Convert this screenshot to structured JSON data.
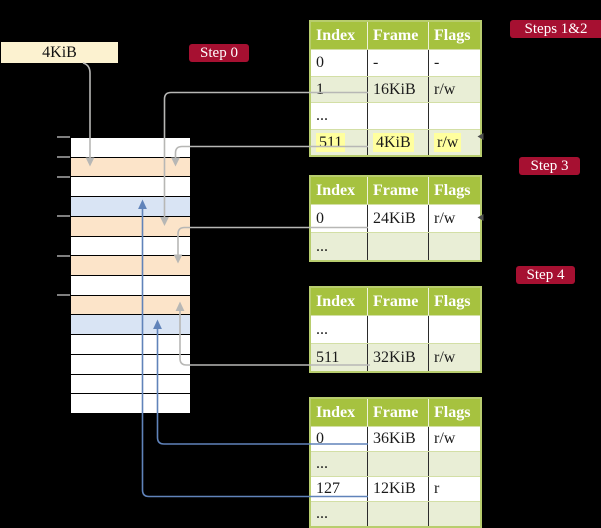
{
  "colors": {
    "background": "#000000",
    "label_bg": "#a61031",
    "label_text": "#ffffff",
    "frame_box_bg": "#fcf2d0",
    "table_header_bg": "#a6c23f",
    "table_border": "#b8cd6e",
    "table_row_green": "#e9eed6",
    "table_row_white": "#ffffff",
    "highlight_yellow": "#ffff9e",
    "mem_white": "#ffffff",
    "mem_orange": "#fce4c9",
    "mem_blue": "#d9e4f4",
    "arrow_gray": "#b7b7b5",
    "arrow_blue": "#6083ba",
    "tick_gray": "#7f7f7f"
  },
  "frame_box": {
    "label": "4KiB"
  },
  "step_labels": {
    "step0": "Step 0",
    "steps12": "Steps 1&2",
    "step3": "Step 3",
    "step4": "Step 4"
  },
  "memory": {
    "row_colors": [
      "white",
      "orange",
      "white",
      "blue",
      "orange",
      "white",
      "orange",
      "white",
      "orange",
      "blue",
      "white",
      "white",
      "white",
      "white"
    ]
  },
  "tables": [
    {
      "name": "page table for steps 1 and 2",
      "headers": [
        "Index",
        "Frame",
        "Flags"
      ],
      "rows": [
        {
          "cells": [
            "0",
            "-",
            "-"
          ]
        },
        {
          "cells": [
            "1",
            "16KiB",
            "r/w"
          ]
        },
        {
          "cells": [
            "...",
            "",
            ""
          ]
        },
        {
          "cells": [
            "511",
            "4KiB",
            "r/w"
          ],
          "highlight": true
        }
      ]
    },
    {
      "name": "page table for step 3",
      "headers": [
        "Index",
        "Frame",
        "Flags"
      ],
      "rows": [
        {
          "cells": [
            "0",
            "24KiB",
            "r/w"
          ]
        },
        {
          "cells": [
            "...",
            "",
            ""
          ]
        }
      ]
    },
    {
      "name": "page table for step 4 upper",
      "headers": [
        "Index",
        "Frame",
        "Flags"
      ],
      "rows": [
        {
          "cells": [
            "...",
            "",
            ""
          ]
        },
        {
          "cells": [
            "511",
            "32KiB",
            "r/w"
          ]
        }
      ]
    },
    {
      "name": "page table for step 4 lower",
      "headers": [
        "Index",
        "Frame",
        "Flags"
      ],
      "rows": [
        {
          "cells": [
            "0",
            "36KiB",
            "r/w"
          ]
        },
        {
          "cells": [
            "...",
            "",
            ""
          ]
        },
        {
          "cells": [
            "127",
            "12KiB",
            "r"
          ]
        },
        {
          "cells": [
            "...",
            "",
            ""
          ]
        }
      ]
    }
  ]
}
